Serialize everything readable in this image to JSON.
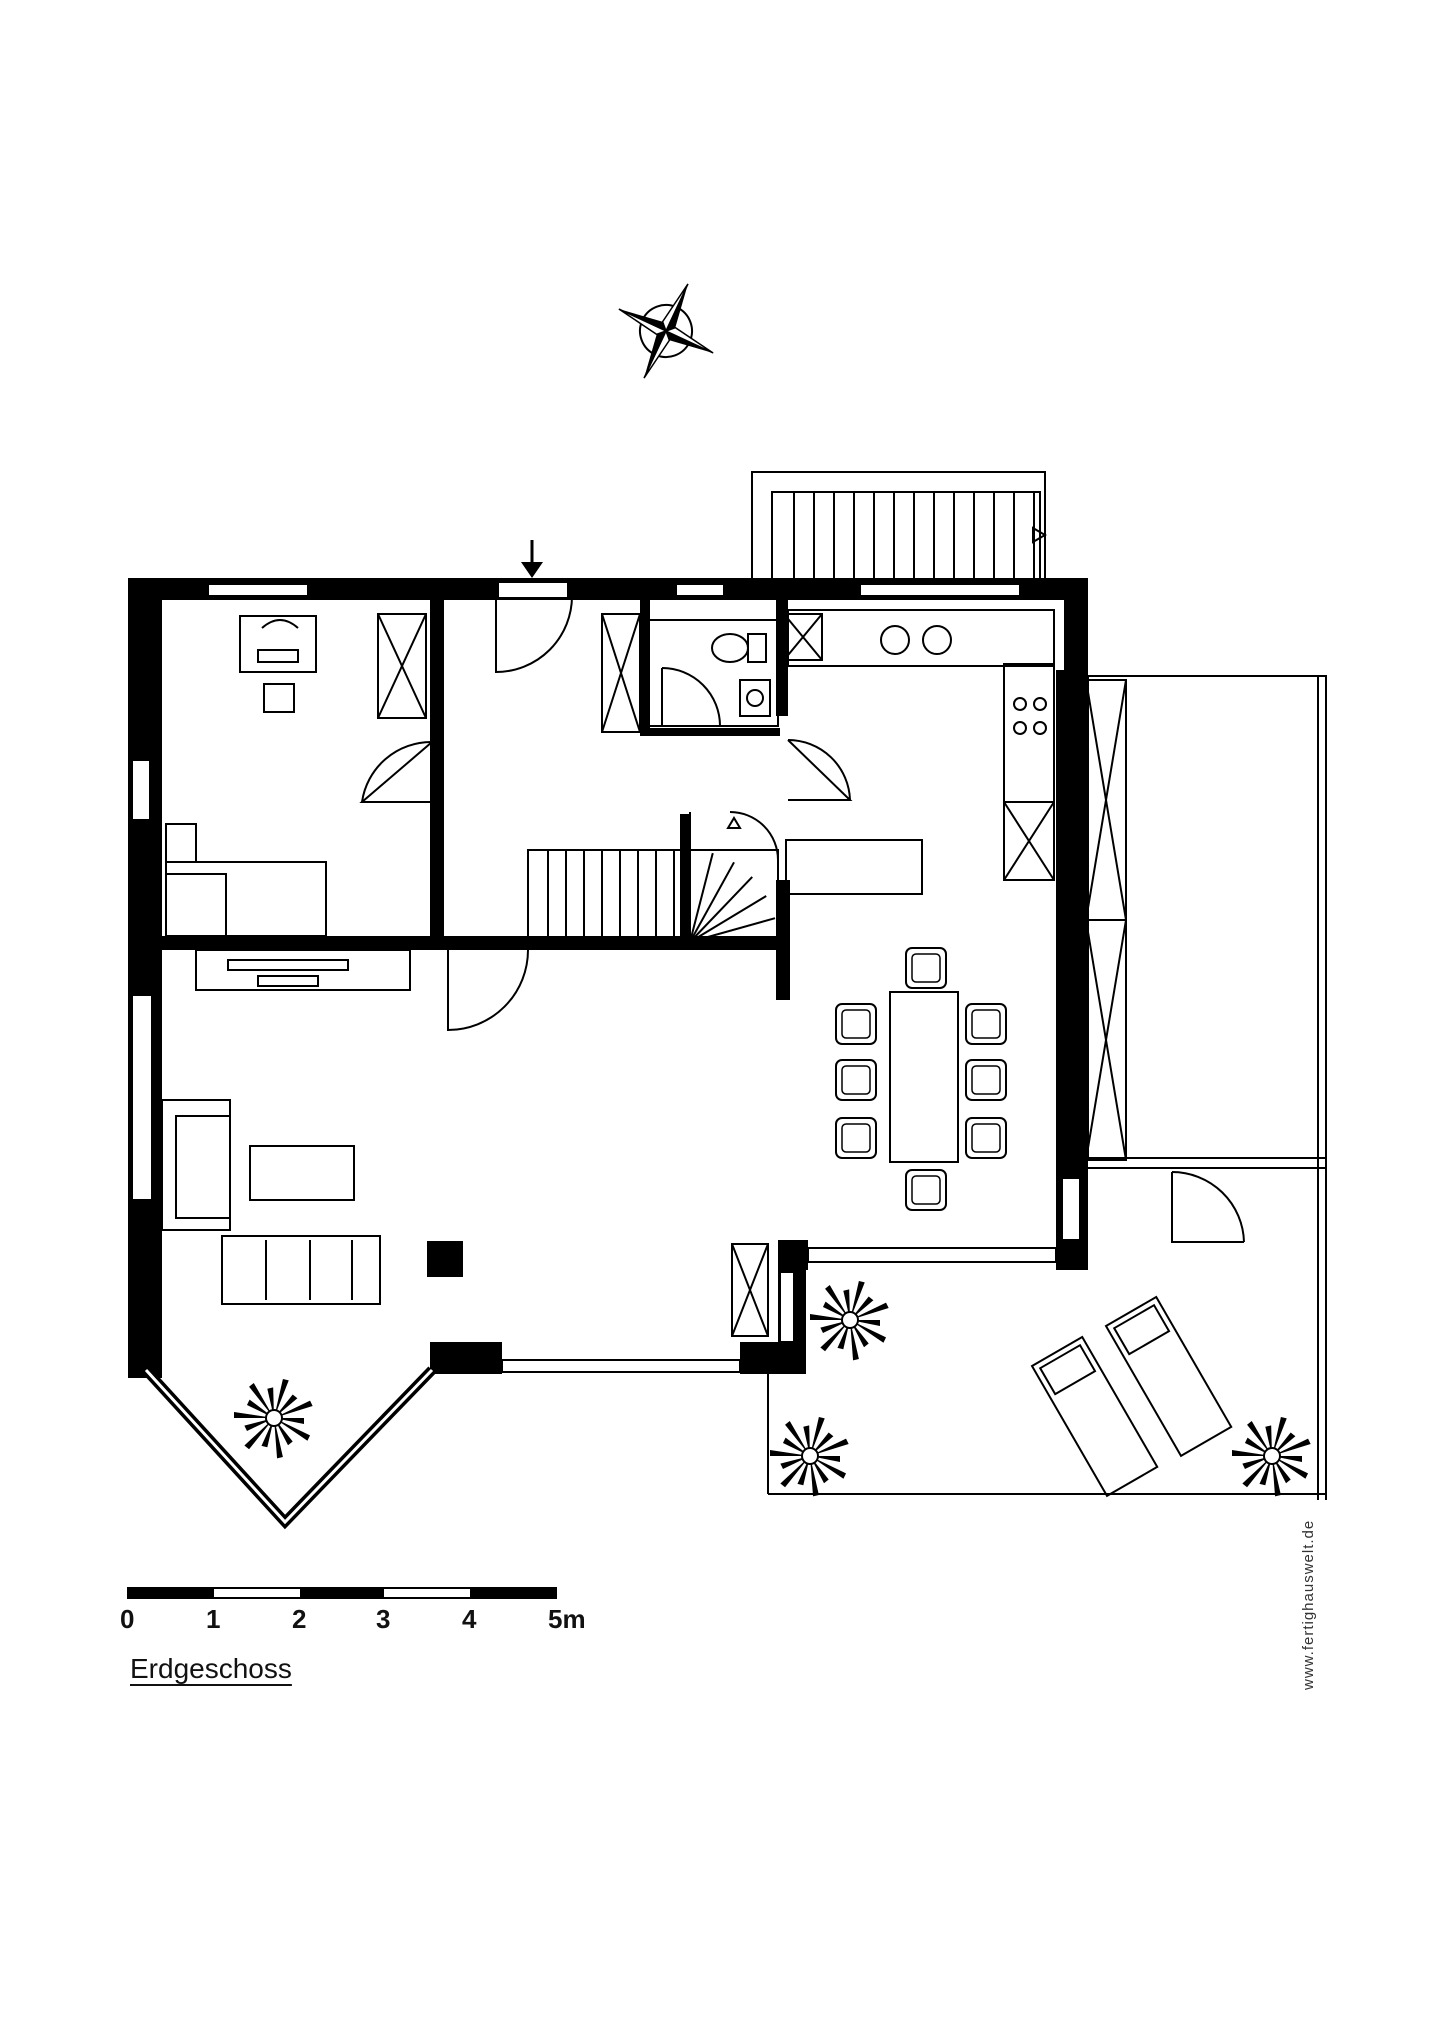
{
  "plan": {
    "caption": "Erdgeschoss",
    "watermark": "www.fertighauswelt.de",
    "scale": {
      "labels": [
        "0",
        "1",
        "2",
        "3",
        "4",
        "5m"
      ]
    }
  },
  "icons": {
    "compass": "compass-rose-icon",
    "entrance": "entrance-arrow-icon",
    "plant": "plant-icon"
  }
}
